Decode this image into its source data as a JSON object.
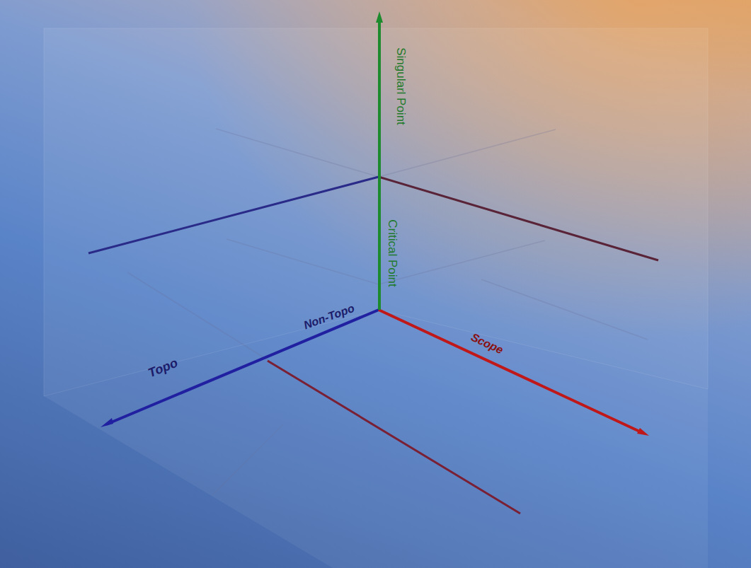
{
  "diagram": {
    "labels": [
      "Singularl Point",
      "Critical Point",
      "Non-Topo",
      "Topo",
      "Scope"
    ]
  }
}
